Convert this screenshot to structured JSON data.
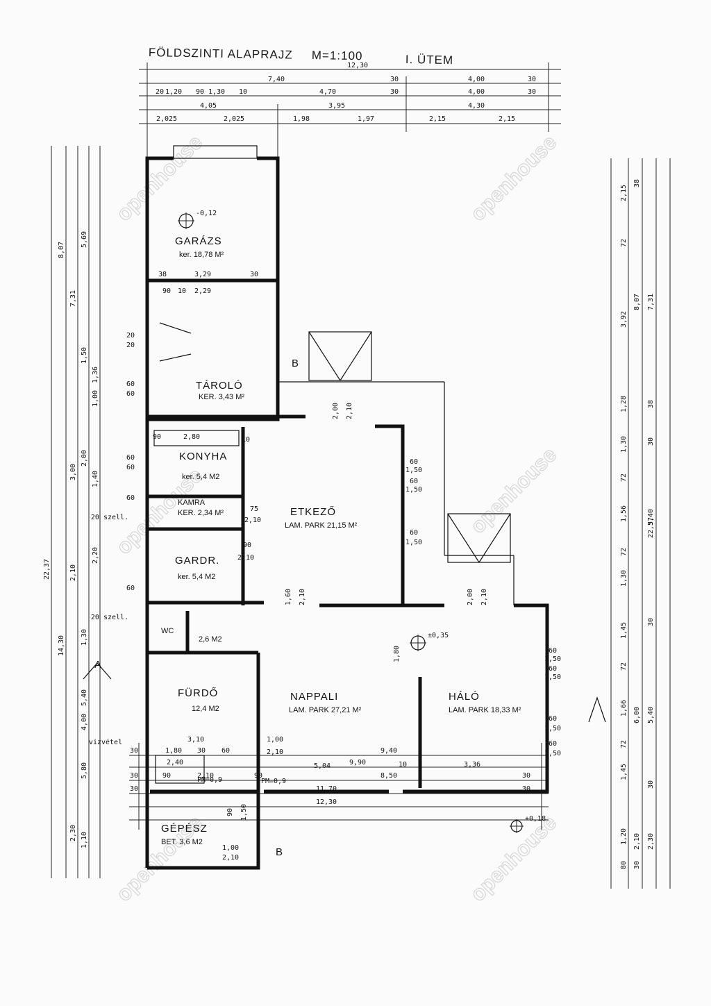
{
  "header": {
    "title": "FÖLDSZINTI ALAPRAJZ",
    "scale": "M=1:100",
    "phase": "I. ÜTEM"
  },
  "watermark": "openhouse",
  "rooms": [
    {
      "name": "GARÁZS",
      "detail": "ker. 18,78 M²"
    },
    {
      "name": "TÁROLÓ",
      "detail": "KER. 3,43 M²"
    },
    {
      "name": "KONYHA",
      "detail": "ker. 5,4 M2"
    },
    {
      "name": "KAMRA",
      "detail": "KER. 2,34 M²"
    },
    {
      "name": "GARDR.",
      "detail": "ker. 5,4 M2"
    },
    {
      "name": "ETKEZŐ",
      "detail": "LAM. PARK 21,15 M²"
    },
    {
      "name": "WC",
      "detail": "2,6 M2"
    },
    {
      "name": "FÜRDŐ",
      "detail": "12,4 M2"
    },
    {
      "name": "NAPPALI",
      "detail": "LAM. PARK 27,21 M²"
    },
    {
      "name": "HÁLÓ",
      "detail": "LAM. PARK 18,33 M²"
    },
    {
      "name": "GÉPÉSZ",
      "detail": "BET. 3,6 M2"
    }
  ],
  "markers": {
    "section_a": "A",
    "section_b": "B",
    "level_garage": "-0,12",
    "level_living": "±0,35",
    "level_outside": "+0,18"
  },
  "dims": {
    "top": [
      {
        "t": "12,30"
      },
      {
        "t": "7,40"
      },
      {
        "t": "30"
      },
      {
        "t": "4,00"
      },
      {
        "t": "30"
      },
      {
        "t": "20"
      },
      {
        "t": "1,20"
      },
      {
        "t": "90"
      },
      {
        "t": "1,30"
      },
      {
        "t": "10"
      },
      {
        "t": "4,70"
      },
      {
        "t": "30"
      },
      {
        "t": "4,00"
      },
      {
        "t": "30"
      },
      {
        "t": "4,05"
      },
      {
        "t": "3,95"
      },
      {
        "t": "4,30"
      },
      {
        "t": "2,025"
      },
      {
        "t": "2,025"
      },
      {
        "t": "1,98"
      },
      {
        "t": "1,97"
      },
      {
        "t": "2,15"
      },
      {
        "t": "2,15"
      }
    ],
    "bottom": [
      {
        "t": "30"
      },
      {
        "t": "1,80"
      },
      {
        "t": "30"
      },
      {
        "t": "60"
      },
      {
        "t": "9,40"
      },
      {
        "t": "2,40"
      },
      {
        "t": "9,90"
      },
      {
        "t": "30"
      },
      {
        "t": "90"
      },
      {
        "t": "2,10"
      },
      {
        "t": "90"
      },
      {
        "t": "8,50"
      },
      {
        "t": "30"
      },
      {
        "t": "30"
      },
      {
        "t": "11,70"
      },
      {
        "t": "30"
      },
      {
        "t": "12,30"
      }
    ],
    "left": [
      {
        "t": "22,37"
      },
      {
        "t": "8,07"
      },
      {
        "t": "14,30"
      },
      {
        "t": "7,31"
      },
      {
        "t": "5,69"
      },
      {
        "t": "5,40"
      },
      {
        "t": "4,00"
      },
      {
        "t": "5,80"
      },
      {
        "t": "1,50"
      },
      {
        "t": "1,36"
      },
      {
        "t": "1,00"
      },
      {
        "t": "3,00"
      },
      {
        "t": "2,00"
      },
      {
        "t": "1,40"
      },
      {
        "t": "2,10"
      },
      {
        "t": "2,20"
      },
      {
        "t": "1,30"
      },
      {
        "t": "1,10"
      },
      {
        "t": "2,30"
      }
    ],
    "right": [
      {
        "t": "22,37"
      },
      {
        "t": "8,07"
      },
      {
        "t": "7,31"
      },
      {
        "t": "5,40"
      },
      {
        "t": "6,00"
      },
      {
        "t": "5,40"
      },
      {
        "t": "2,15"
      },
      {
        "t": "3,92"
      },
      {
        "t": "1,28"
      },
      {
        "t": "1,30"
      },
      {
        "t": "1,56"
      },
      {
        "t": "1,30"
      },
      {
        "t": "1,45"
      },
      {
        "t": "1,66"
      },
      {
        "t": "1,45"
      },
      {
        "t": "1,20"
      },
      {
        "t": "2,10"
      },
      {
        "t": "2,30"
      },
      {
        "t": "72"
      },
      {
        "t": "72"
      },
      {
        "t": "72"
      },
      {
        "t": "72"
      },
      {
        "t": "72"
      },
      {
        "t": "38"
      },
      {
        "t": "38"
      },
      {
        "t": "30"
      },
      {
        "t": "30"
      },
      {
        "t": "30"
      },
      {
        "t": "80"
      },
      {
        "t": "30"
      }
    ],
    "interior": [
      {
        "t": "38"
      },
      {
        "t": "3,29"
      },
      {
        "t": "30"
      },
      {
        "t": "90"
      },
      {
        "t": "10"
      },
      {
        "t": "2,29"
      },
      {
        "t": "20"
      },
      {
        "t": "20"
      },
      {
        "t": "60"
      },
      {
        "t": "60"
      },
      {
        "t": "90"
      },
      {
        "t": "2,80"
      },
      {
        "t": "10"
      },
      {
        "t": "60"
      },
      {
        "t": "60"
      },
      {
        "t": "60"
      },
      {
        "t": "60"
      },
      {
        "t": "75"
      },
      {
        "t": "2,10"
      },
      {
        "t": "90"
      },
      {
        "t": "2,10"
      },
      {
        "t": "2,00"
      },
      {
        "t": "2,10"
      },
      {
        "t": "60"
      },
      {
        "t": "1,50"
      },
      {
        "t": "60"
      },
      {
        "t": "1,50"
      },
      {
        "t": "60"
      },
      {
        "t": "1,50"
      },
      {
        "t": "1,60"
      },
      {
        "t": "2,10"
      },
      {
        "t": "2,00"
      },
      {
        "t": "2,10"
      },
      {
        "t": "1,80"
      },
      {
        "t": "60"
      },
      {
        "t": "1,50"
      },
      {
        "t": "60"
      },
      {
        "t": "1,50"
      },
      {
        "t": "60"
      },
      {
        "t": "1,50"
      },
      {
        "t": "60"
      },
      {
        "t": "1,50"
      },
      {
        "t": "3,10"
      },
      {
        "t": "1,00"
      },
      {
        "t": "2,10"
      },
      {
        "t": "5,04"
      },
      {
        "t": "10"
      },
      {
        "t": "3,36"
      },
      {
        "t": "PM=0,9"
      },
      {
        "t": "PM=0,9"
      },
      {
        "t": "90"
      },
      {
        "t": "1,50"
      },
      {
        "t": "1,00"
      },
      {
        "t": "2,10"
      },
      {
        "t": "vizvétel"
      },
      {
        "t": "20 szell."
      },
      {
        "t": "20 szell."
      }
    ]
  }
}
